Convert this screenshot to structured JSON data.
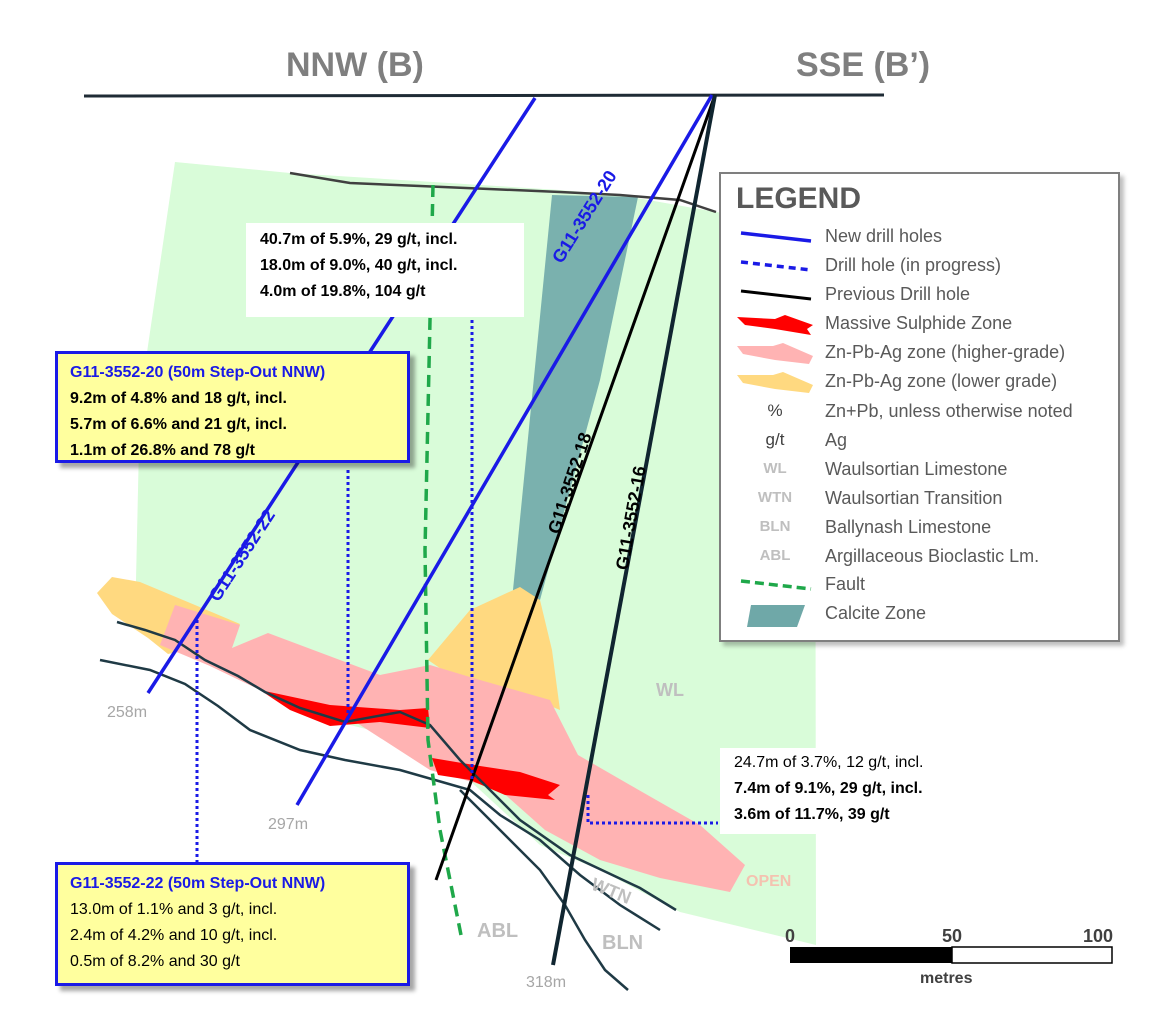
{
  "titles": {
    "left": "NNW (B)",
    "right": "SSE (B’)"
  },
  "hole_labels": {
    "h20": "G11-3552-20",
    "h22": "G11-3552-22",
    "h18": "G11-3552-18",
    "h16": "G11-3552-16"
  },
  "depths": {
    "d258": "258m",
    "d297": "297m",
    "d318": "318m"
  },
  "zone_labels": {
    "wl": "WL",
    "wtn": "WTN",
    "bln": "BLN",
    "abl": "ABL",
    "open": "OPEN"
  },
  "intercept_top": {
    "lines": [
      "40.7m of 5.9%, 29 g/t, incl.",
      "18.0m of 9.0%, 40 g/t, incl.",
      "4.0m of 19.8%, 104 g/t"
    ]
  },
  "intercept_right": {
    "lines": [
      "24.7m of 3.7%, 12 g/t, incl.",
      "7.4m of 9.1%, 29 g/t, incl.",
      "3.6m of 11.7%, 39 g/t"
    ]
  },
  "box_20": {
    "header": "G11-3552-20 (50m Step-Out NNW)",
    "lines": [
      "9.2m of 4.8% and 18 g/t, incl.",
      "5.7m of 6.6% and 21 g/t, incl.",
      "1.1m of 26.8% and 78 g/t"
    ]
  },
  "box_22": {
    "header": "G11-3552-22 (50m Step-Out NNW)",
    "lines": [
      "13.0m of 1.1% and 3 g/t, incl.",
      "2.4m of 4.2% and 10 g/t, incl.",
      "0.5m of 8.2% and 30 g/t"
    ]
  },
  "legend": {
    "title": "LEGEND",
    "items": [
      {
        "label": "New drill holes",
        "symbol": "blue-solid-line"
      },
      {
        "label": "Drill hole (in progress)",
        "symbol": "blue-dashed-line"
      },
      {
        "label": "Previous Drill hole",
        "symbol": "black-line"
      },
      {
        "label": "Massive Sulphide Zone",
        "symbol": "red-shape"
      },
      {
        "label": "Zn-Pb-Ag zone (higher-grade)",
        "symbol": "pink-shape"
      },
      {
        "label": "Zn-Pb-Ag zone (lower grade)",
        "symbol": "yellow-shape"
      },
      {
        "label": "Zn+Pb, unless otherwise noted",
        "abbr": "%"
      },
      {
        "label": "Ag",
        "abbr": "g/t"
      },
      {
        "label": "Waulsortian Limestone",
        "abbr": "WL"
      },
      {
        "label": "Waulsortian Transition",
        "abbr": "WTN"
      },
      {
        "label": "Ballynash Limestone",
        "abbr": "BLN"
      },
      {
        "label": "Argillaceous Bioclastic Lm.",
        "abbr": "ABL"
      },
      {
        "label": "Fault",
        "symbol": "green-dashed-line"
      },
      {
        "label": "Calcite Zone",
        "symbol": "teal-shape"
      }
    ]
  },
  "scale": {
    "ticks": [
      "0",
      "50",
      "100"
    ],
    "unit": "metres"
  },
  "colors": {
    "new_hole": "#1a1ae6",
    "previous_hole": "#000000",
    "fault": "#1fa84a",
    "massive_sulphide": "#ff0000",
    "higher_grade": "#ffb3b3",
    "lower_grade": "#ffd980",
    "calcite": "#6fa8a8",
    "waulsortian": "#d9fcd9"
  }
}
